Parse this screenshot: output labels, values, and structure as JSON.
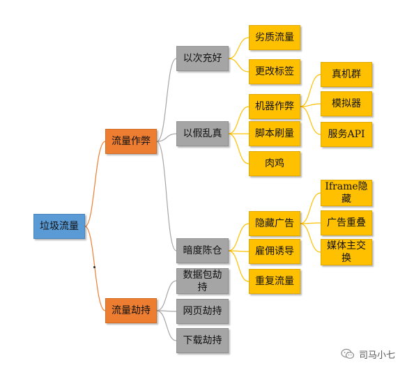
{
  "colors": {
    "root": "#5b9bd5",
    "level1": "#ed7d31",
    "level2": "#a5a5a5",
    "level3": "#ffc000",
    "connector_orange": "#ed7d31",
    "connector_gray": "#a5a5a5",
    "connector_yellow": "#ffc000"
  },
  "tree": {
    "root": "垃圾流量",
    "branches": [
      {
        "label": "流量作弊",
        "children": [
          {
            "label": "以次充好",
            "children": [
              "劣质流量",
              "更改标签"
            ]
          },
          {
            "label": "以假乱真",
            "children": [
              {
                "label": "机器作弊",
                "children": [
                  "真机群",
                  "模拟器",
                  "服务API"
                ]
              },
              "脚本刷量",
              "肉鸡"
            ]
          },
          {
            "label": "暗度陈仓",
            "children": [
              {
                "label": "隐藏广告",
                "children": [
                  "Iframe隐藏",
                  "广告重叠",
                  "媒体主交换"
                ]
              },
              "雇佣诱导",
              "重复流量"
            ]
          }
        ]
      },
      {
        "label": "流量劫持",
        "children": [
          "数据包劫持",
          "网页劫持",
          "下载劫持"
        ]
      }
    ]
  },
  "labels": {
    "root": "垃圾流量",
    "b1": "流量作弊",
    "b2": "流量劫持",
    "b1_1": "以次充好",
    "b1_2": "以假乱真",
    "b1_3": "暗度陈仓",
    "b1_1_1": "劣质流量",
    "b1_1_2": "更改标签",
    "b1_2_1": "机器作弊",
    "b1_2_2": "脚本刷量",
    "b1_2_3": "肉鸡",
    "b1_2_1_1": "真机群",
    "b1_2_1_2": "模拟器",
    "b1_2_1_3": "服务API",
    "b1_3_1": "隐藏广告",
    "b1_3_2": "雇佣诱导",
    "b1_3_3": "重复流量",
    "b1_3_1_1": "Iframe隐藏",
    "b1_3_1_2": "广告重叠",
    "b1_3_1_3": "媒体主交换",
    "b2_1": "数据包劫持",
    "b2_2": "网页劫持",
    "b2_3": "下载劫持"
  },
  "watermark": {
    "text": "司马小七",
    "icon": "wechat-official-account-icon"
  }
}
